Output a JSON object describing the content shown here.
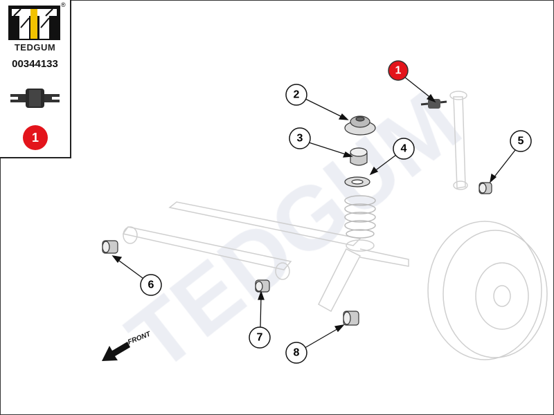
{
  "brand": {
    "name": "TEDGUM",
    "registered": "®",
    "part_number": "00344133",
    "highlight_badge": "1"
  },
  "watermark": "TEDGUM",
  "front_label": "FRONT",
  "callouts": [
    {
      "number": "1",
      "highlighted": true
    },
    {
      "number": "2"
    },
    {
      "number": "3"
    },
    {
      "number": "4"
    },
    {
      "number": "5"
    },
    {
      "number": "6"
    },
    {
      "number": "7"
    },
    {
      "number": "8"
    }
  ],
  "colors": {
    "highlight": "#e3141b",
    "logo_yellow": "#f2c200",
    "line": "#222222",
    "faint": "#cfcfcf"
  }
}
